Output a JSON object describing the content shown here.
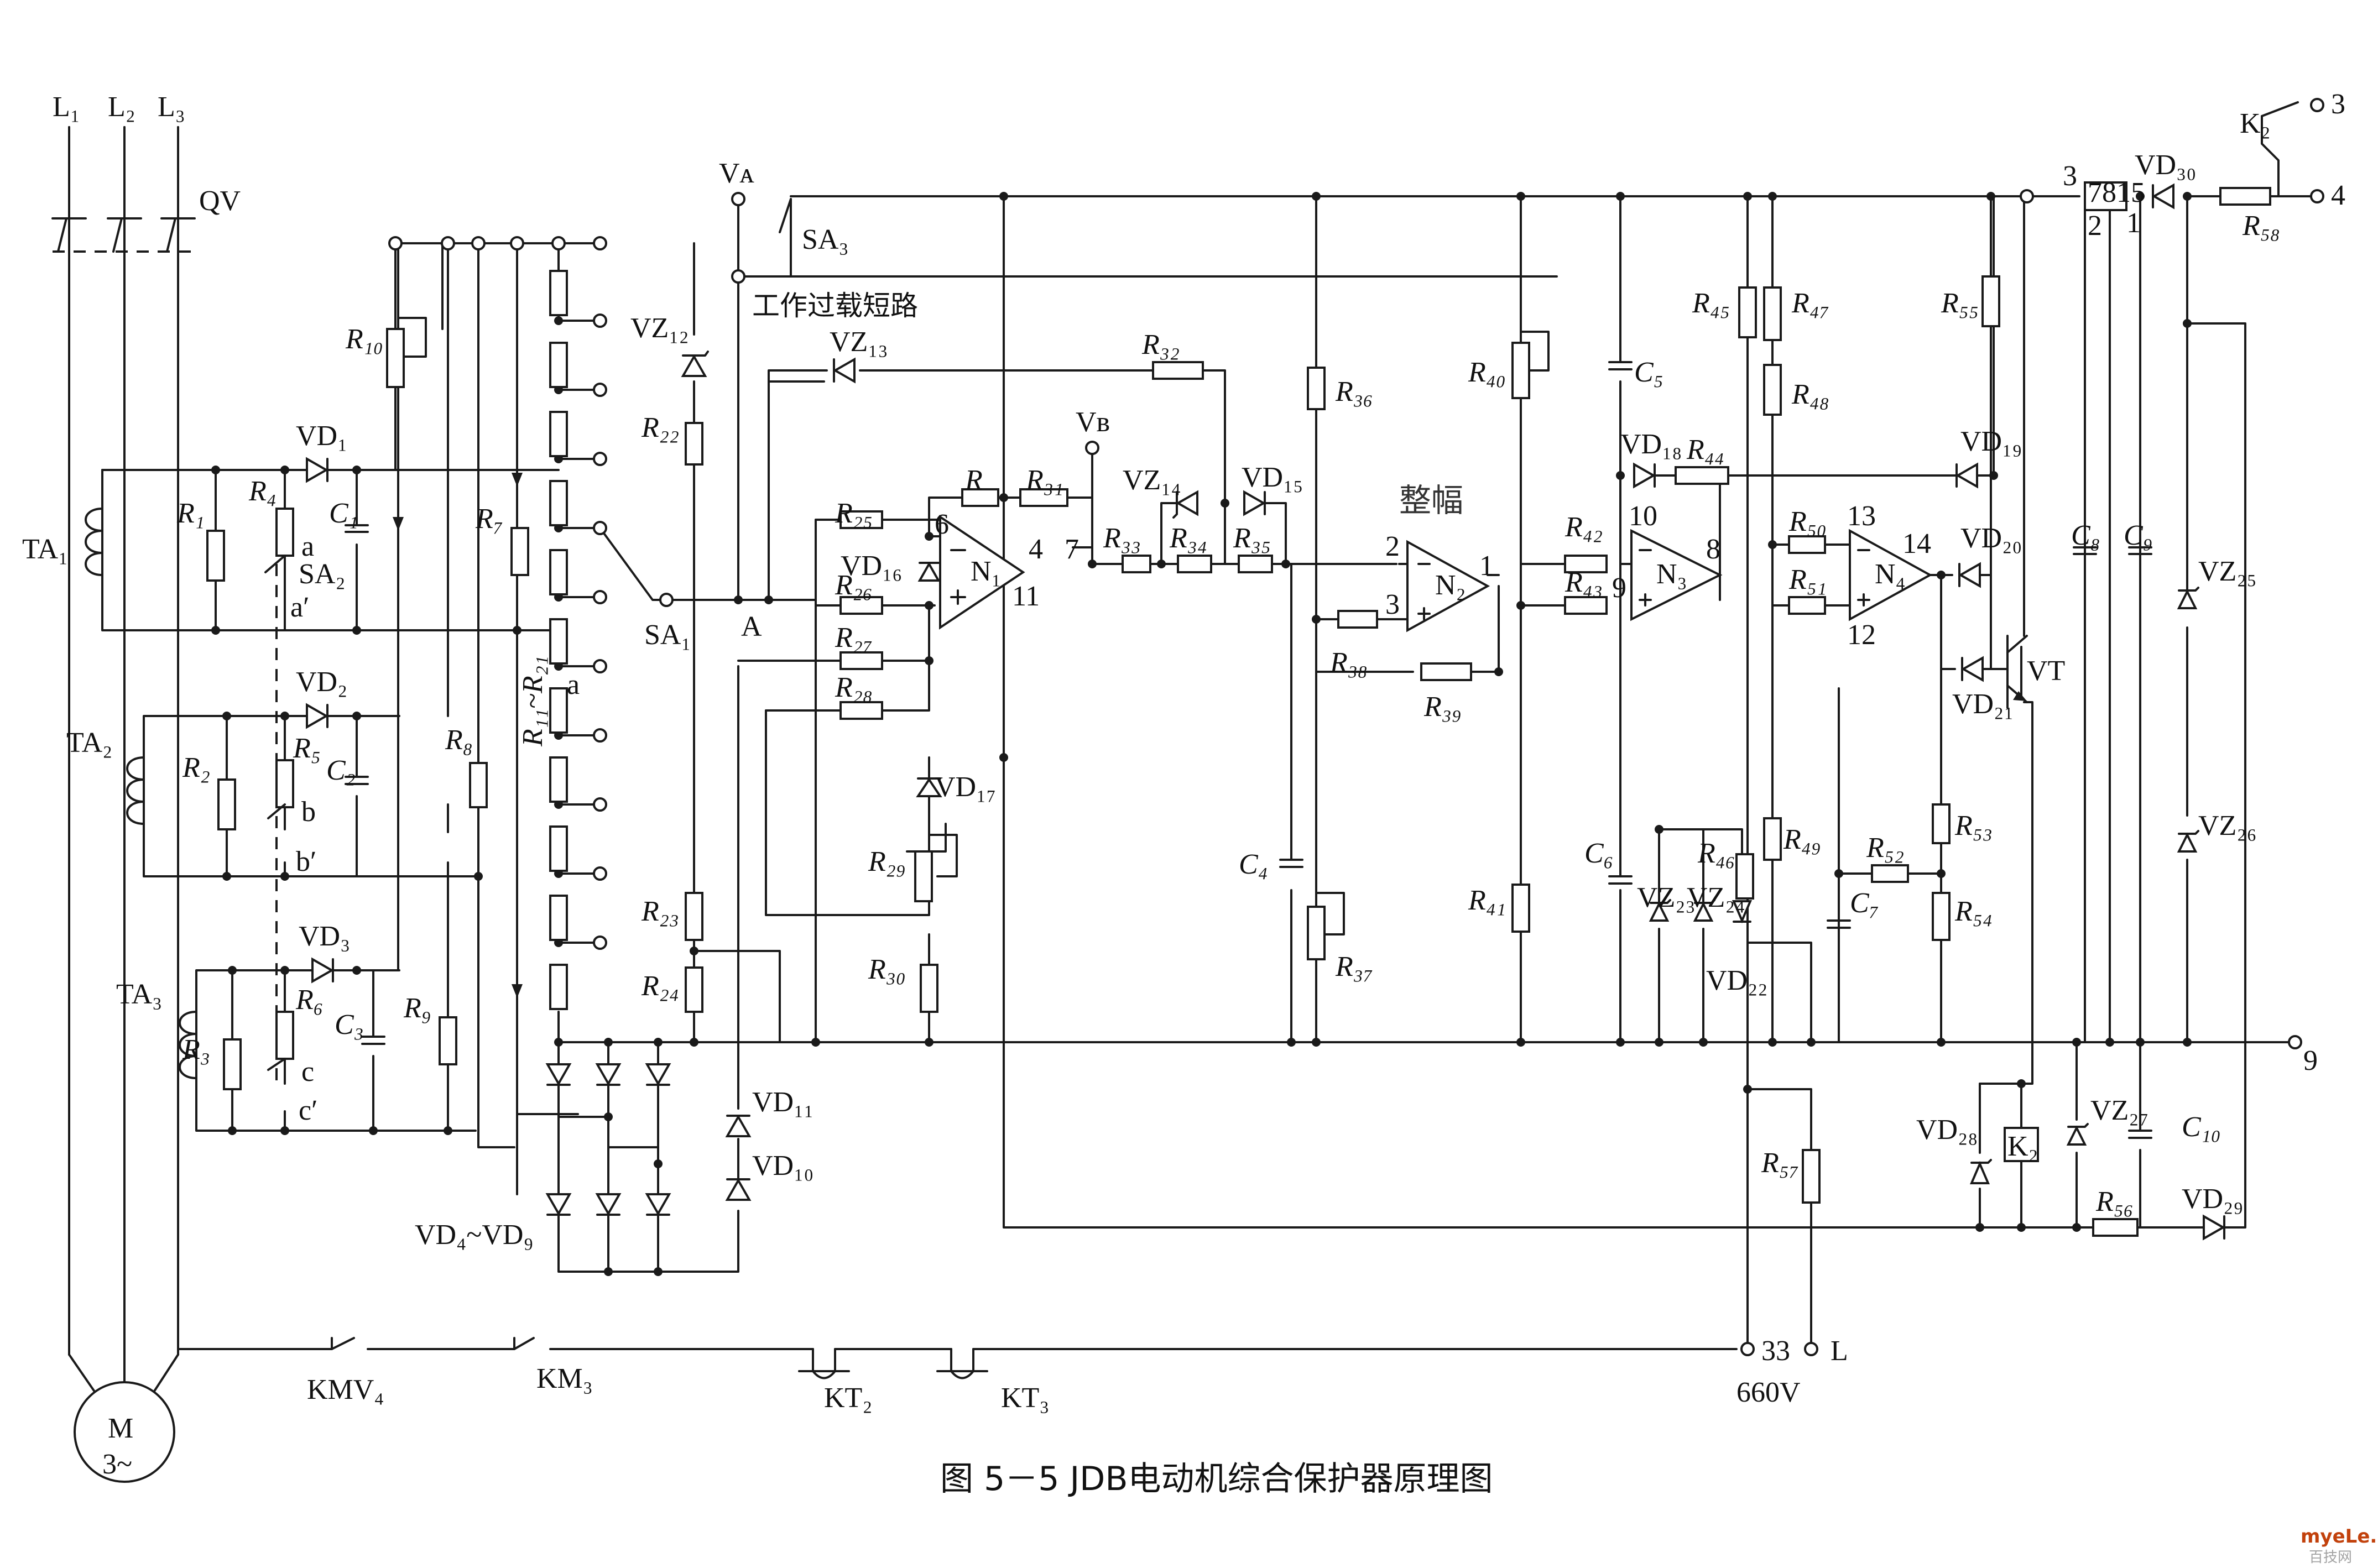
{
  "labels": {
    "L1": "L₁",
    "L2": "L₂",
    "L3": "L₃",
    "QV": "QV",
    "TA1": "TA₁",
    "TA2": "TA₂",
    "TA3": "TA₃",
    "M": "M",
    "M3": "3~",
    "VD1": "VD₁",
    "VD2": "VD₂",
    "VD3": "VD₃",
    "R1": "R₁",
    "R2": "R₂",
    "R3": "R₃",
    "R4": "R₄",
    "R5": "R₅",
    "R6": "R₆",
    "C1": "C₁",
    "C2": "C₂",
    "C3": "C₃",
    "SA2": "SA₂",
    "a": "a",
    "a_p": "a′",
    "b": "b",
    "b_p": "b′",
    "c": "c",
    "c_p": "c′",
    "R10": "R₁₀",
    "R7": "R₇",
    "R8": "R₈",
    "R9": "R₉",
    "R11_21": "R₁₁~R₂₁",
    "VZ12": "VZ₁₂",
    "R22": "R₂₂",
    "R23": "R₂₃",
    "R24": "R₂₄",
    "SA1": "SA₁",
    "A": "A",
    "VA": "Vᴀ",
    "SA3": "SA₃",
    "sa3_text": "工作过载短路",
    "VZ13": "VZ₁₃",
    "R32": "R₃₂",
    "VB": "Vʙ",
    "R25": "R₂₅",
    "R26": "R₂₆",
    "VD16": "VD₁₆",
    "R27": "R₂₇",
    "R28": "R₂₈",
    "R": "R",
    "R31": "R₃₁",
    "N1": "N₁",
    "pin6": "6",
    "pin4": "4",
    "pin11": "11",
    "pin7": "7",
    "VZ14": "VZ₁₄",
    "VD15": "VD₁₅",
    "R33": "R₃₃",
    "R34": "R₃₄",
    "R35": "R₃₅",
    "VD17": "VD₁₇",
    "R29": "R₂₉",
    "R30": "R₃₀",
    "VD11": "VD₁₁",
    "VD10": "VD₁₀",
    "VD4_9": "VD₄~VD₉",
    "R36": "R₃₆",
    "C4": "C₄",
    "R37": "R₃₇",
    "R38": "R₃₈",
    "R39": "R₃₉",
    "N2": "N₂",
    "pin2": "2",
    "pin3": "3",
    "pin1": "1",
    "R40": "R₄₀",
    "R41": "R₄₁",
    "C5": "C₅",
    "C6": "C₆",
    "VD18": "VD₁₈",
    "R44": "R₄₄",
    "R42": "R₄₂",
    "R43": "R₄₃",
    "N3": "N₃",
    "pin10": "10",
    "pin9": "9",
    "pin8": "8",
    "VZ23": "VZ₂₃",
    "VZ24": "VZ₂₄",
    "R46": "R₄₆",
    "VD22": "VD₂₂",
    "R45": "R₄₅",
    "R47": "R₄₇",
    "R48": "R₄₈",
    "R49": "R₄₉",
    "R50": "R₅₀",
    "R51": "R₅₁",
    "N4": "N₄",
    "pin13": "13",
    "pin12": "12",
    "pin14": "14",
    "R52": "R₅₂",
    "C7": "C₇",
    "R53": "R₅₃",
    "R54": "R₅₄",
    "R55": "R₅₅",
    "VD19": "VD₁₉",
    "VD20": "VD₂₀",
    "VD21": "VD₂₁",
    "VT": "VT",
    "K2_top": "K₂",
    "t3": "3",
    "t4": "4",
    "reg": "7815",
    "reg3": "3",
    "reg2": "2",
    "reg1": "1",
    "VD30": "VD₃₀",
    "R58": "R₅₈",
    "C8": "C₈",
    "C9": "C₉",
    "VZ25": "VZ₂₅",
    "VZ26": "VZ₂₆",
    "t9": "9",
    "VD28": "VD₂₈",
    "K2": "K₂",
    "VZ27": "VZ₂₇",
    "C10": "C₁₀",
    "R56": "R₅₆",
    "VD29": "VD₂₉",
    "R57": "R₅₇",
    "t33": "33",
    "tL": "L",
    "v660": "660V",
    "KMV4": "KMV₄",
    "KM3": "KM₃",
    "KT2": "KT₂",
    "KT3": "KT₃"
  },
  "handwriting": "整幅",
  "caption": "图 5－5    JDB电动机综合保护器原理图",
  "watermark": {
    "site": "myeLe.net",
    "sub": "百技网"
  }
}
